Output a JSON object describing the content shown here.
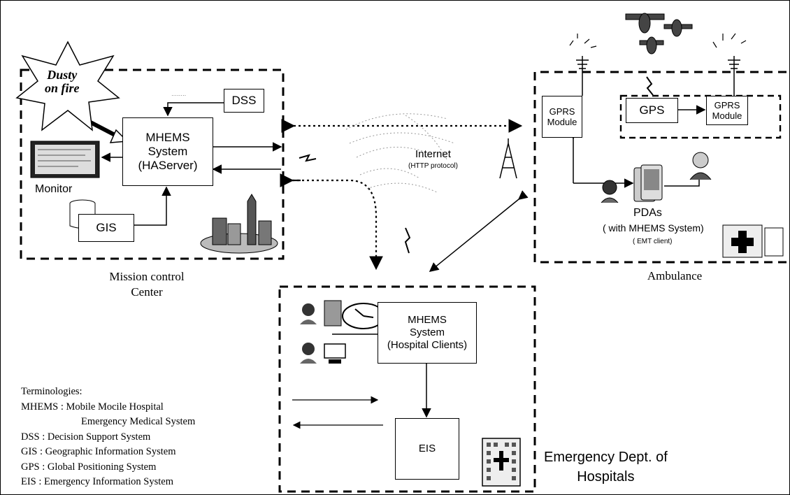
{
  "star": {
    "line1": "Dusty",
    "line2": "on fire"
  },
  "mission": {
    "dss": "DSS",
    "gis": "GIS",
    "monitor": "Monitor",
    "server": {
      "line1": "MHEMS",
      "line2": "System",
      "line3": "(HAServer)"
    },
    "caption": {
      "line1": "Mission control",
      "line2": "Center"
    }
  },
  "ambulance": {
    "gprs_left": {
      "line1": "GPRS",
      "line2": "Module"
    },
    "gps": "GPS",
    "gprs_right": {
      "line1": "GPRS",
      "line2": "Module"
    },
    "pda_title": "PDAs",
    "pda_sub": "( with MHEMS System)",
    "pda_role": "( EMT client)",
    "caption": "Ambulance"
  },
  "internet": {
    "label": "Internet",
    "protocol": "(HTTP protocol)"
  },
  "hospital": {
    "server": {
      "line1": "MHEMS",
      "line2": "System",
      "line3": "(Hospital Clients)"
    },
    "eis": "EIS",
    "caption": {
      "line1": "Emergency Dept. of",
      "line2": "Hospitals"
    }
  },
  "terminology": {
    "title": "Terminologies:",
    "items": [
      {
        "abbr": "MHEMS",
        "def": "Mobile Mocile Hospital"
      },
      {
        "abbr": "",
        "def": "Emergency Medical System"
      },
      {
        "abbr": "DSS",
        "def": "Decision Support System"
      },
      {
        "abbr": "GIS",
        "def": "Geographic Information System"
      },
      {
        "abbr": "GPS",
        "def": "Global Positioning System"
      },
      {
        "abbr": "EIS",
        "def": "Emergency Information System"
      }
    ]
  }
}
